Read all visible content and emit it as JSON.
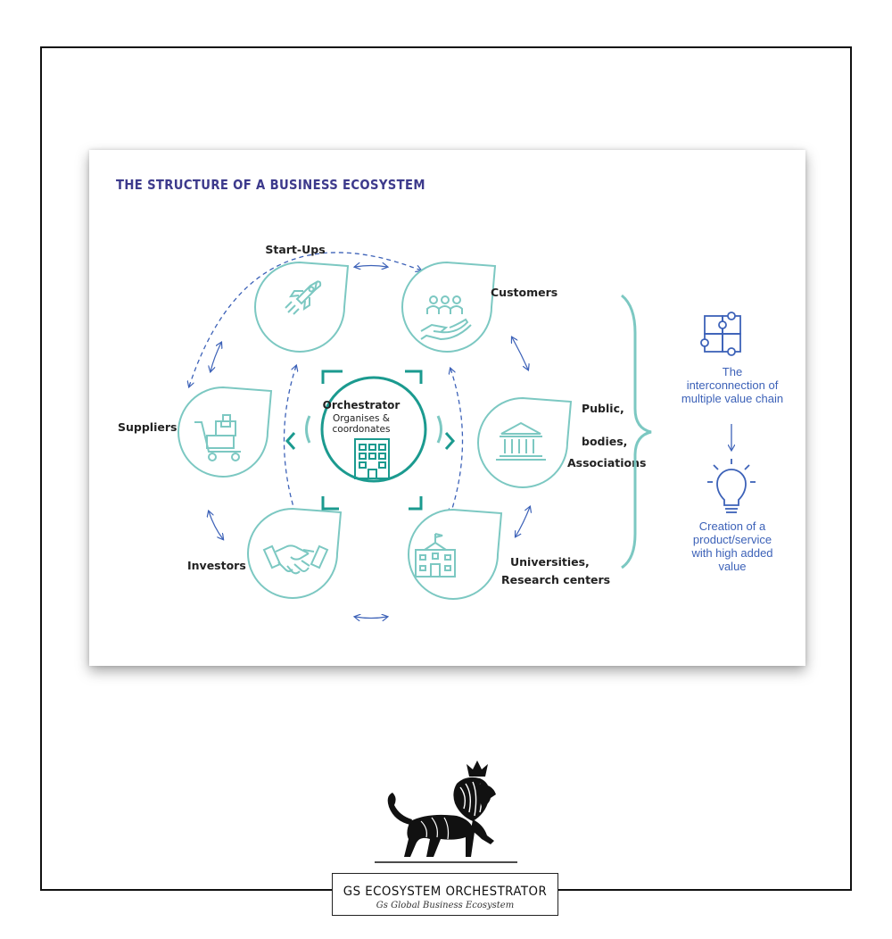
{
  "title": "THE STRUCTURE OF A BUSINESS ECOSYSTEM",
  "nodes": {
    "startups": "Start-Ups",
    "customers": "Customers",
    "public": [
      "Public,",
      "bodies,",
      "Associations"
    ],
    "universities": [
      "Universities,",
      "Research centers"
    ],
    "investors": "Investors",
    "suppliers": "Suppliers"
  },
  "center": {
    "title": "Orchestrator",
    "subtitle": [
      "Organises &",
      "coordonates"
    ]
  },
  "side": {
    "interconnection": [
      "The",
      "interconnection of",
      "multiple value chain"
    ],
    "creation": [
      "Creation of a",
      "product/service",
      "with high added",
      "value"
    ]
  },
  "brand": {
    "name": "GS ECOSYSTEM ORCHESTRATOR",
    "tagline": "Gs Global Business Ecosystem"
  },
  "colors": {
    "teal": "#7cc8c2",
    "dark_teal": "#1b9a8f",
    "title_purple": "#3d3a8c",
    "blue": "#3d62b8"
  },
  "icons": [
    "rocket-icon",
    "people-hand-icon",
    "building-columns-icon",
    "school-icon",
    "handshake-icon",
    "cart-icon",
    "office-building-icon",
    "puzzle-icon",
    "lightbulb-icon",
    "lion-logo"
  ]
}
